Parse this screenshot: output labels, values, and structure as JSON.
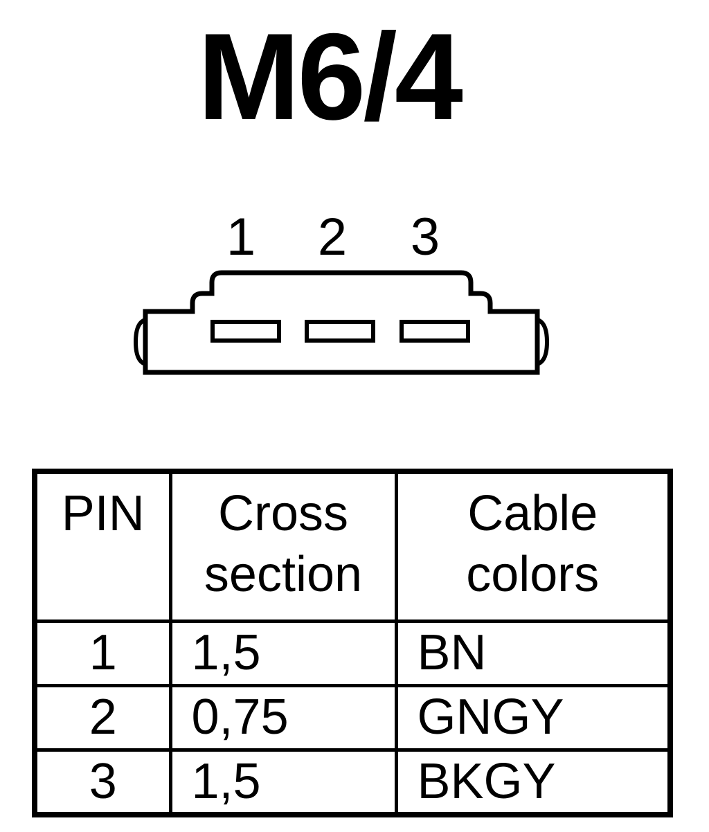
{
  "title": "M6/4",
  "connector": {
    "pin_labels": [
      "1",
      "2",
      "3"
    ]
  },
  "table": {
    "headers": {
      "pin": "PIN",
      "cross_section": [
        "Cross",
        "section"
      ],
      "cable_colors": [
        "Cable",
        "colors"
      ]
    },
    "rows": [
      {
        "pin": "1",
        "cross_section": "1,5",
        "cable_color": "BN"
      },
      {
        "pin": "2",
        "cross_section": "0,75",
        "cable_color": "GNGY"
      },
      {
        "pin": "3",
        "cross_section": "1,5",
        "cable_color": "BKGY"
      }
    ]
  }
}
